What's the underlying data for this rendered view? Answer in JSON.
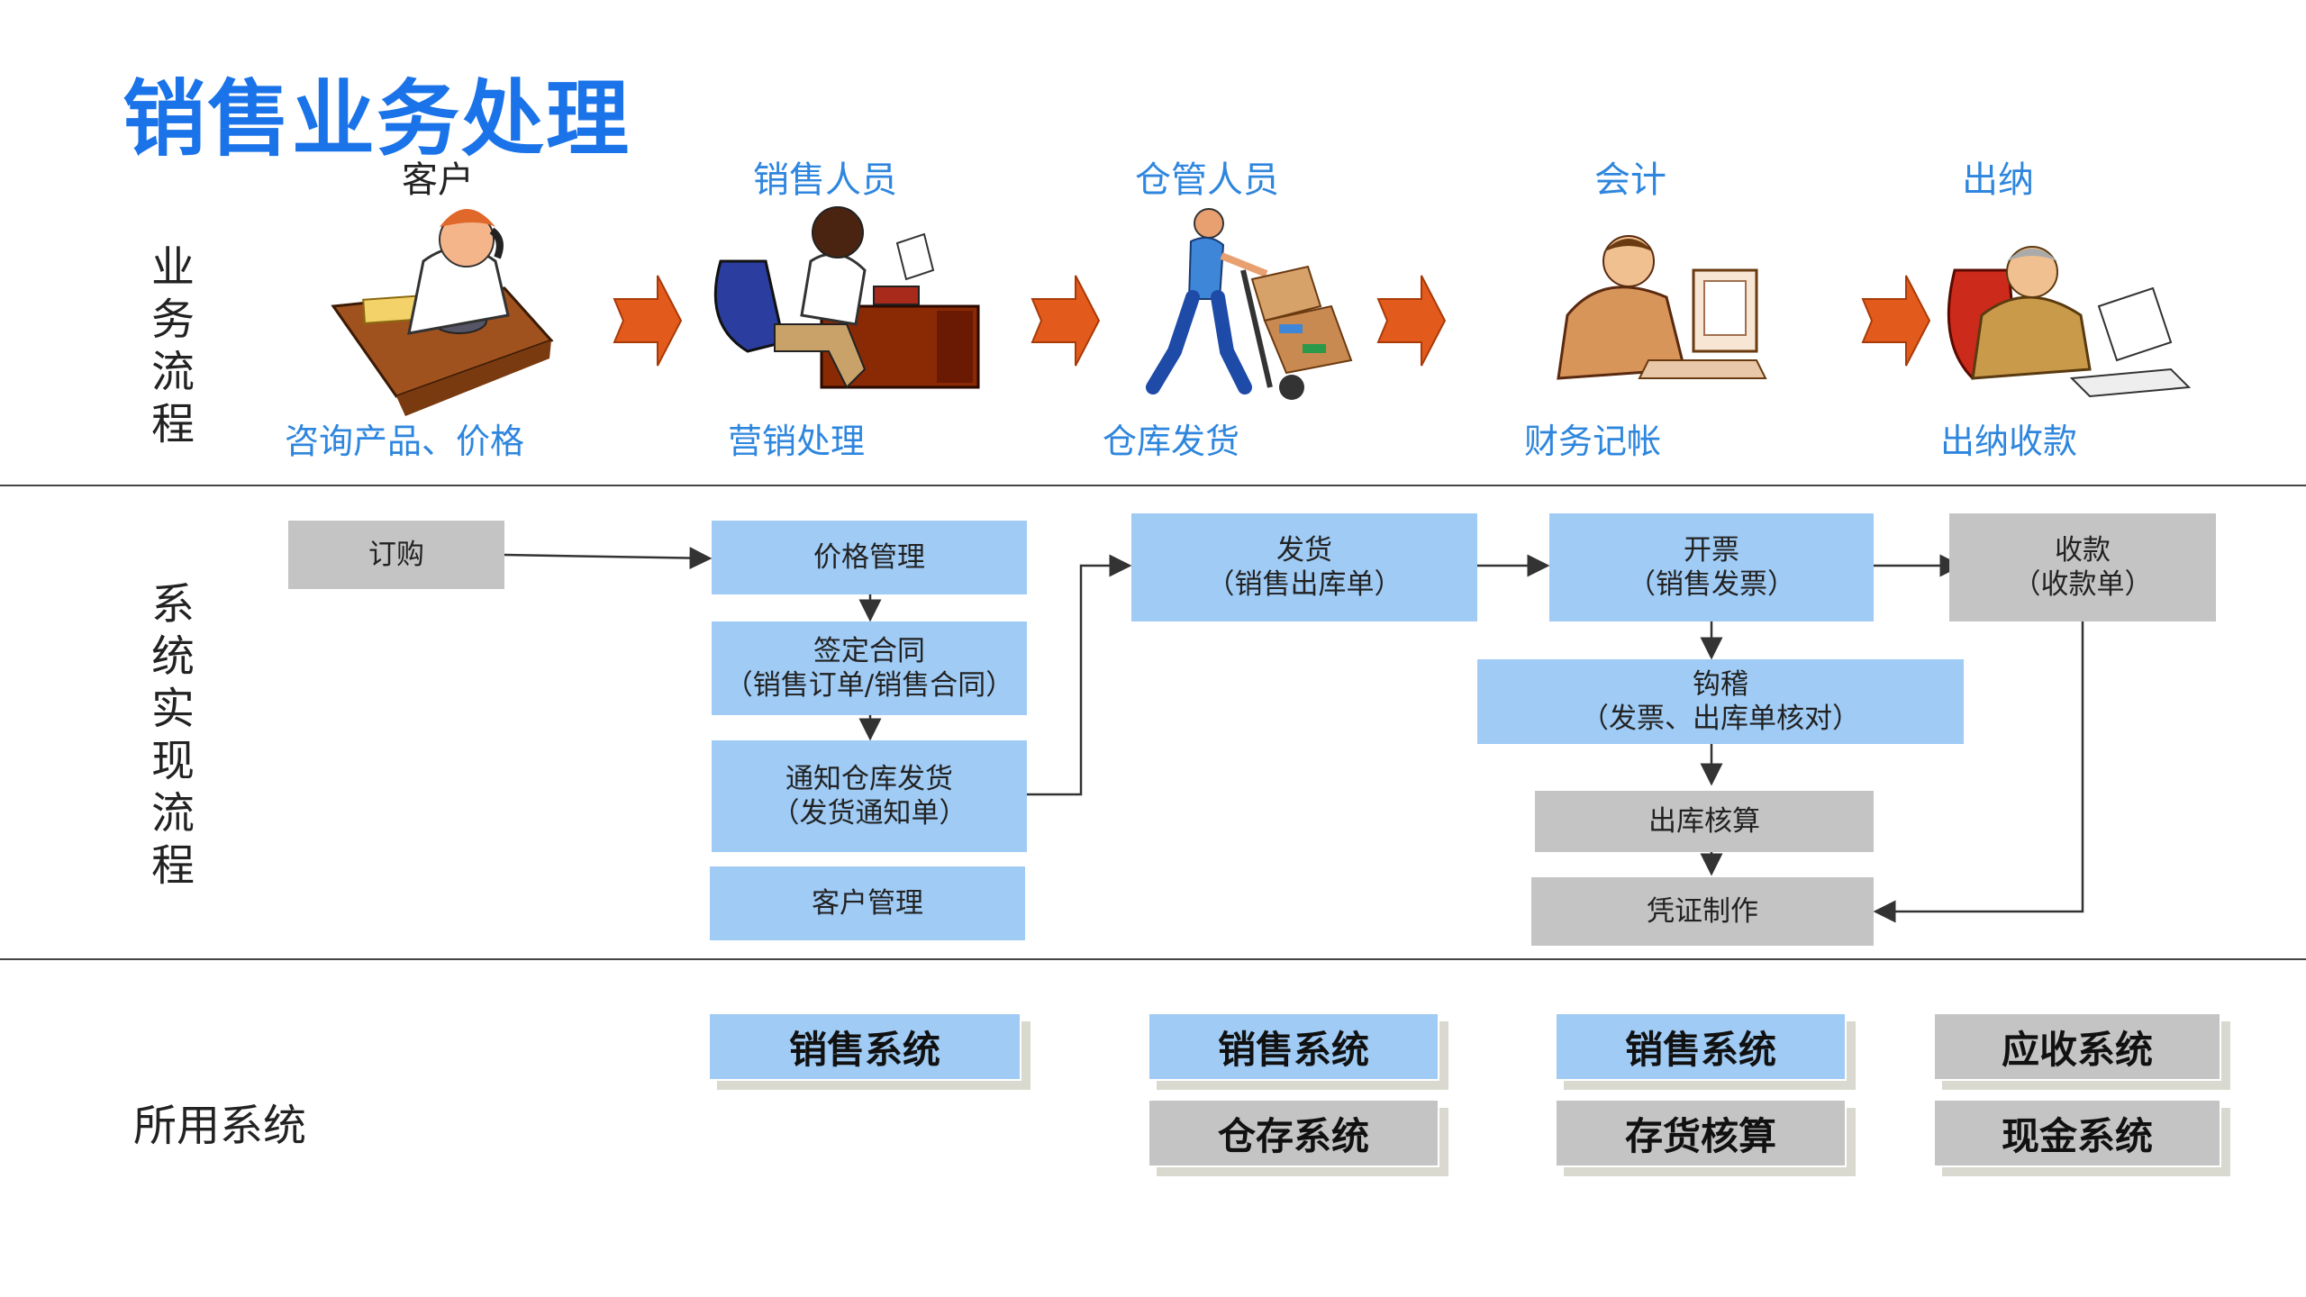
{
  "title": "销售业务处理",
  "section_labels": {
    "business": "业务流程",
    "system": "系统实现流程",
    "used": "所用系统"
  },
  "roles": [
    {
      "name": "客户",
      "task": "咨询产品、价格"
    },
    {
      "name": "销售人员",
      "task": "营销处理"
    },
    {
      "name": "仓管人员",
      "task": "仓库发货"
    },
    {
      "name": "会计",
      "task": "财务记帐"
    },
    {
      "name": "出纳",
      "task": "出纳收款"
    }
  ],
  "flow_boxes": {
    "order": "订购",
    "price": "价格管理",
    "contract": "签定合同\n（销售订单/销售合同）",
    "notify": "通知仓库发货\n（发货通知单）",
    "customer": "客户管理",
    "ship": "发货\n（销售出库单）",
    "invoice": "开票\n（销售发票）",
    "check": "钩稽\n（发票、出库单核对）",
    "cost": "出库核算",
    "voucher": "凭证制作",
    "receive": "收款\n（收款单）"
  },
  "systems": {
    "col1": [
      "销售系统"
    ],
    "col2": [
      "销售系统",
      "仓存系统"
    ],
    "col3": [
      "销售系统",
      "存货核算"
    ],
    "col4": [
      "应收系统",
      "现金系统"
    ]
  },
  "colors": {
    "title": "#1a73e8",
    "role_text": "#2e86de",
    "box_blue": "#9fcbf5",
    "box_gray": "#c4c4c4",
    "arrow_orange": "#e35b1c"
  },
  "icons": [
    "customer-phone-figure",
    "salesperson-phone-figure",
    "warehouse-worker-cart-figure",
    "accountant-computer-figure",
    "cashier-papers-figure"
  ]
}
